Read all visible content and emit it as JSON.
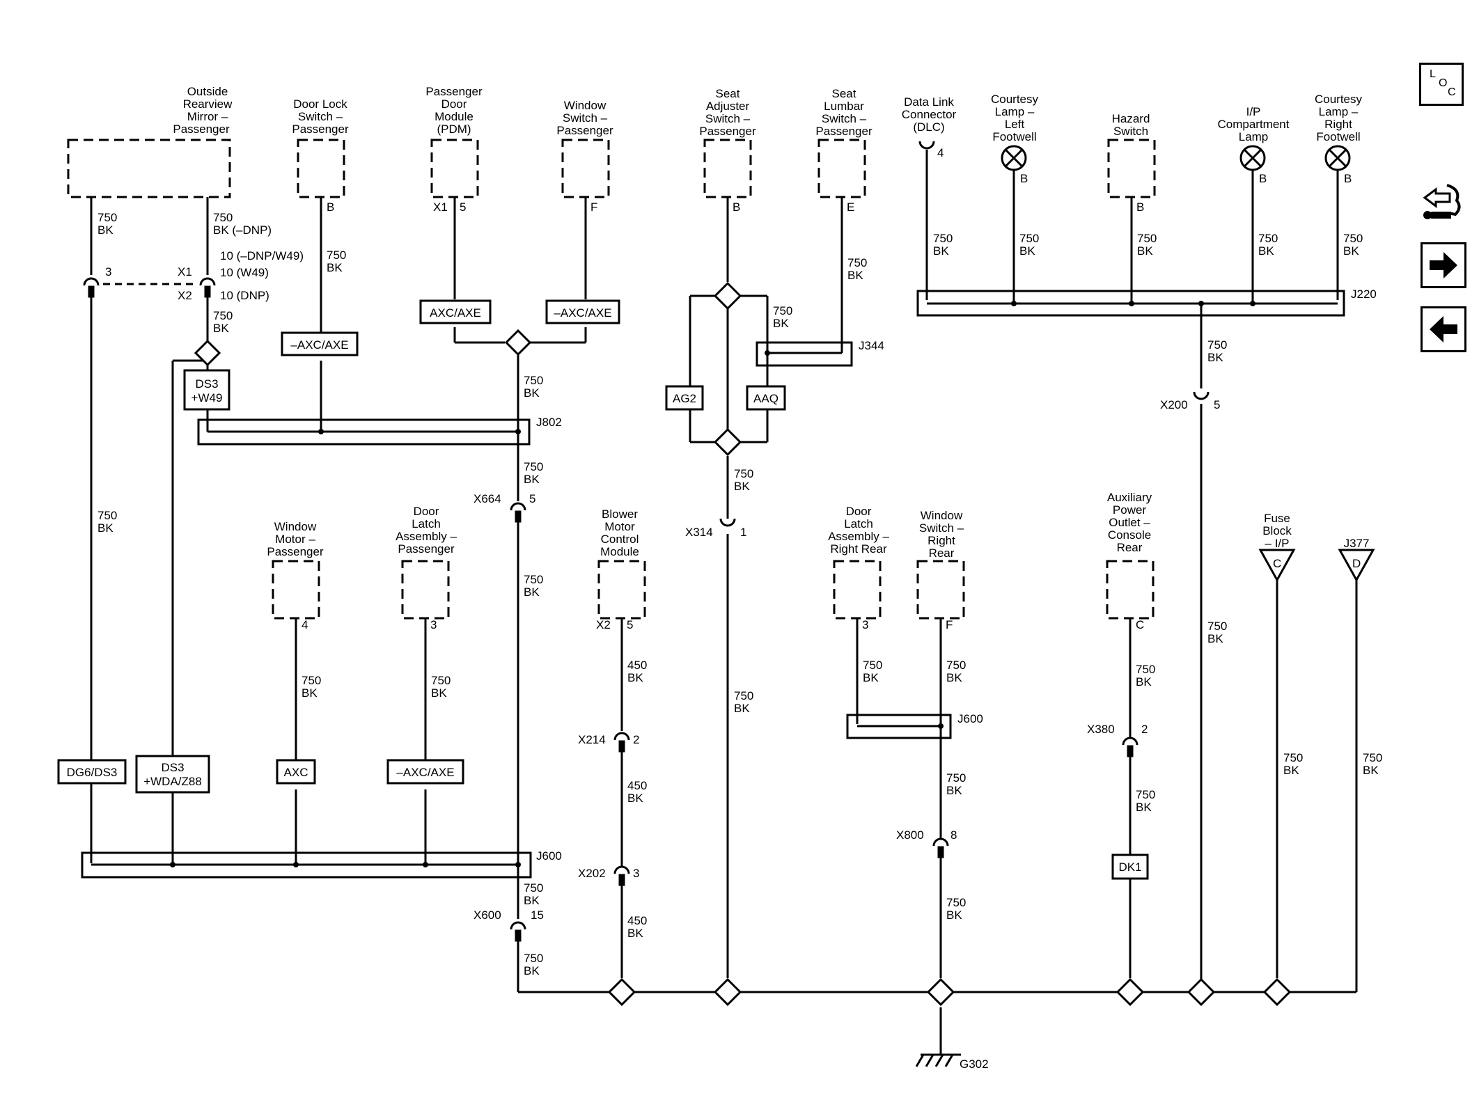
{
  "components": {
    "mirror": [
      "Outside",
      "Rearview",
      "Mirror –",
      "Passenger"
    ],
    "doorlock": [
      "Door Lock",
      "Switch –",
      "Passenger"
    ],
    "pdm": [
      "Passenger",
      "Door",
      "Module",
      "(PDM)"
    ],
    "winsw": [
      "Window",
      "Switch –",
      "Passenger"
    ],
    "seatadj": [
      "Seat",
      "Adjuster",
      "Switch –",
      "Passenger"
    ],
    "lumbar": [
      "Seat",
      "Lumbar",
      "Switch –",
      "Passenger"
    ],
    "dlc": [
      "Data Link",
      "Connector",
      "(DLC)"
    ],
    "courtL": [
      "Courtesy",
      "Lamp –",
      "Left",
      "Footwell"
    ],
    "hazard": [
      "Hazard",
      "Switch"
    ],
    "ipcomp": [
      "I/P",
      "Compartment",
      "Lamp"
    ],
    "courtR": [
      "Courtesy",
      "Lamp –",
      "Right",
      "Footwell"
    ],
    "winmot": [
      "Window",
      "Motor –",
      "Passenger"
    ],
    "latch": [
      "Door",
      "Latch",
      "Assembly –",
      "Passenger"
    ],
    "blower": [
      "Blower",
      "Motor",
      "Control",
      "Module"
    ],
    "latchRR": [
      "Door",
      "Latch",
      "Assembly –",
      "Right Rear"
    ],
    "winRR": [
      "Window",
      "Switch –",
      "Right",
      "Rear"
    ],
    "apo": [
      "Auxiliary",
      "Power",
      "Outlet –",
      "Console",
      "Rear"
    ],
    "fuse": [
      "Fuse",
      "Block",
      "– I/P"
    ],
    "j377": [
      "J377"
    ]
  },
  "pins": {
    "mirror_a": "750",
    "mirror_a2": "BK",
    "doorlock": "B",
    "pdm_x": "X1",
    "pdm_p": "5",
    "winsw": "F",
    "seatadj": "B",
    "lumbar": "E",
    "dlc": "4",
    "courtL": "B",
    "hazard": "B",
    "ipcomp": "B",
    "courtR": "B",
    "winmot": "4",
    "latch": "3",
    "blower_x": "X2",
    "blower_p": "5",
    "latchRR": "3",
    "winRR": "F",
    "apo": "C",
    "fuse_letter": "C",
    "j377_letter": "D"
  },
  "wires": {
    "w750": "750",
    "wBK": "BK",
    "w450": "450",
    "mirror_b": "BK (–DNP)",
    "note1": "10 (–DNP/W49)",
    "note2": "10 (W49)",
    "note3": "10 (DNP)"
  },
  "connectors": {
    "x1": "X1",
    "x2": "X2",
    "p3": "3",
    "x664": "X664",
    "x664p": "5",
    "x314": "X314",
    "x314p": "1",
    "x200": "X200",
    "x200p": "5",
    "x214": "X214",
    "x214p": "2",
    "x202": "X202",
    "x202p": "3",
    "x600": "X600",
    "x600p": "15",
    "x800": "X800",
    "x800p": "8",
    "x380": "X380",
    "x380p": "2"
  },
  "splices": {
    "j802": "J802",
    "j600a": "J600",
    "j344": "J344",
    "j220": "J220",
    "j600b": "J600",
    "ground": "G302"
  },
  "options": {
    "ds3w49_1": "DS3",
    "ds3w49_2": "+W49",
    "axcaxe_pdm": "AXC/AXE",
    "naxcaxe_win": "–AXC/AXE",
    "naxcaxe_dl": "–AXC/AXE",
    "ag2": "AG2",
    "aaq": "AAQ",
    "dg6": "DG6/DS3",
    "ds3wda_1": "DS3",
    "ds3wda_2": "+WDA/Z88",
    "axc": "AXC",
    "naxcaxe_latch": "–AXC/AXE",
    "dk1": "DK1"
  },
  "nav": {
    "loc_l": "L",
    "loc_o": "O",
    "loc_c": "C"
  }
}
